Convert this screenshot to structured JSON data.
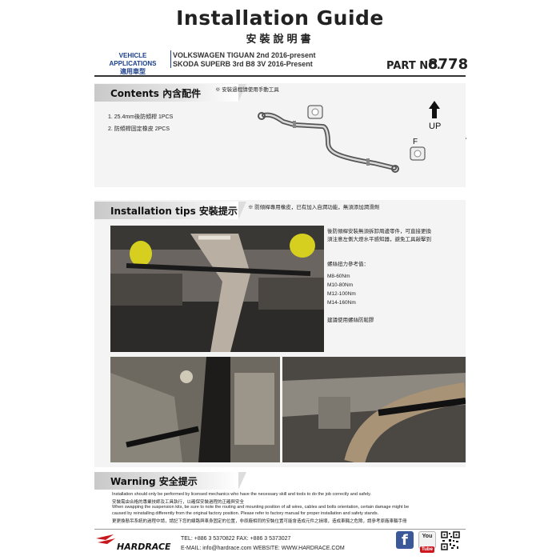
{
  "header": {
    "title": "Installation Guide",
    "subtitle": "安裝說明書",
    "vehicle_label_en": "VEHICLE APPLICATIONS",
    "vehicle_label_zh": "適用車型",
    "vehicles": [
      "VOLKSWAGEN TIGUAN 2nd 2016-present",
      "SKODA SUPERB 3rd B8 3V 2016-Present"
    ],
    "part_label": "PART NO.",
    "part_number": "8778"
  },
  "contents": {
    "heading": "Contents 內含配件",
    "note": "※ 安裝過程請使用手動工具",
    "items": [
      "1. 25.4mm後防傾桿 1PCS",
      "2. 防傾桿固定橡皮 2PCS"
    ],
    "arrow_up": "UP",
    "arrow_f": "F"
  },
  "tips": {
    "heading": "Installation tips 安裝提示",
    "note": "※ 防傾桿專用橡皮，已有加入自潤功能，無須添加潤滑劑",
    "lines": [
      "後防傾桿安裝無須拆卸周邊零件，可直接更換",
      "須注意左側大燈水平感知器，避免工具敲擊到"
    ],
    "torque_label": "螺絲扭力參考值：",
    "torques": [
      "M8-60Nm",
      "M10-80Nm",
      "M12-100Nm",
      "M14-160Nm"
    ],
    "glue": "建議使用螺絲防鬆膠"
  },
  "warning": {
    "heading": "Warning 安全提示",
    "lines": [
      "Installation should only be performed by licensed mechanics who have the necessary skill and tools to do the job correctly and safely.",
      "安裝需由合格的專業技師及工具執行，以確保安裝過程的正確與安全",
      "When swapping the suspension kits, be sure to note the routing and mounting position of all wires, cables and bolts orientation, certain damage might be",
      "caused by reinstalling differently from the original factory position. Please refer to factory manual for proper installation and safety stands.",
      "更更換懸吊系統的過程中請，請記下您的線路與車身固定的位置，非原廠相同的安裝位置可能會造成元件之損壞，造成車輛之危險，請參考原廠車輛手冊"
    ]
  },
  "footer": {
    "brand": "HARDRACE",
    "tel_line": "TEL: +886 3 5370822   FAX: +886 3 5373027",
    "contact_line": "E-MAIL: info@hardrace.com   WEBSITE: WWW.HARDRACE.COM",
    "youtube_top": "You",
    "youtube_bottom": "Tube"
  },
  "colors": {
    "accent_blue": "#1a3e8c",
    "section_gray": "#d0d0d0",
    "facebook": "#3b5998",
    "youtube": "#cc181e"
  }
}
